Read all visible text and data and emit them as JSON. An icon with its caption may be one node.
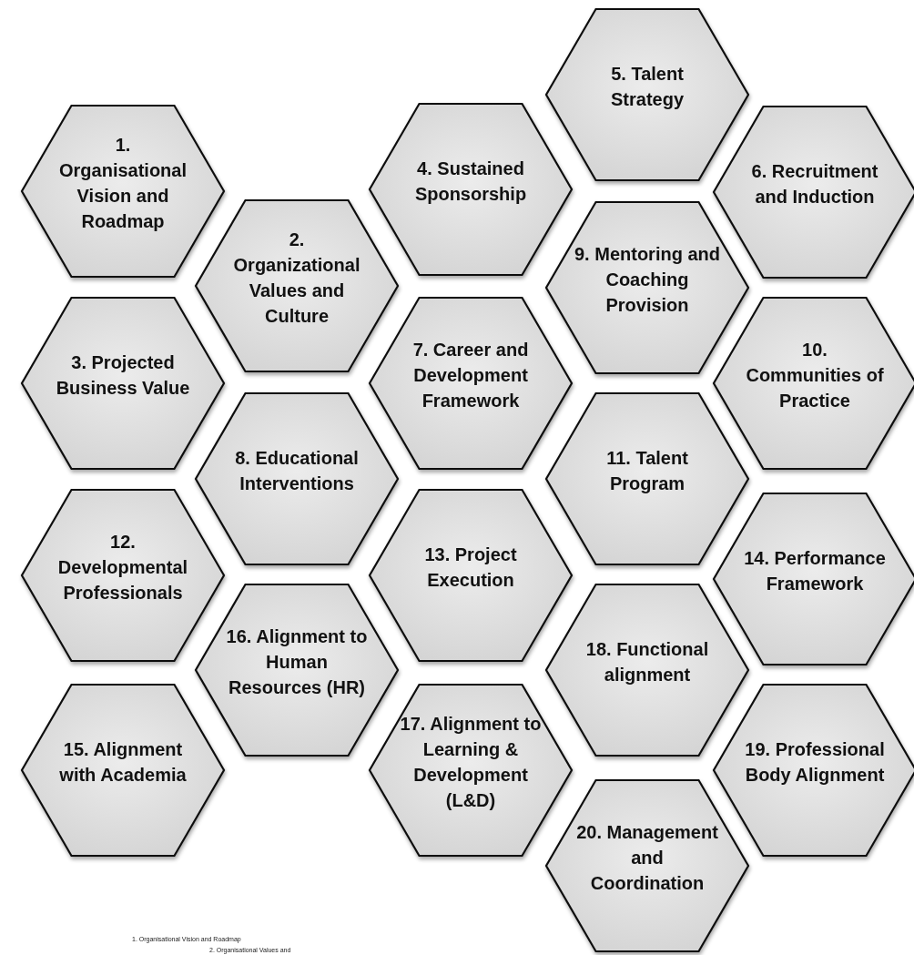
{
  "diagram": {
    "nodes": [
      {
        "text": [
          "1. Organisational Vision and Roadmap"
        ]
      },
      {
        "text": [
          "2. Organizational Values and Culture"
        ]
      },
      {
        "text": [
          "3. Projected Business Value"
        ]
      },
      {
        "text": [
          "4. Sustained Sponsorship"
        ]
      },
      {
        "text": [
          "5. Talent Strategy"
        ]
      },
      {
        "text": [
          "6. Recruitment and Induction"
        ]
      },
      {
        "text": [
          "7. Career and Development Framework"
        ]
      },
      {
        "text": [
          "8. Educational Interventions"
        ]
      },
      {
        "text": [
          "9. Mentoring and Coaching Provision"
        ]
      },
      {
        "text": [
          "10. Communities of Practice"
        ]
      },
      {
        "text": [
          "11. Talent Program"
        ]
      },
      {
        "text": [
          "12. Developmental Professionals"
        ]
      },
      {
        "text": [
          "13. Project Execution"
        ]
      },
      {
        "text": [
          "14. Performance Framework"
        ]
      },
      {
        "text": [
          "15. Alignment with Academia"
        ]
      },
      {
        "text": [
          "16. Alignment to Human Resources (HR)"
        ]
      },
      {
        "text": [
          "17. Alignment to Learning & Development (L&D)"
        ]
      },
      {
        "text": [
          "18. Functional alignment"
        ]
      },
      {
        "text": [
          "19. Professional Body Alignment"
        ]
      },
      {
        "text": [
          "20. Management and Coordination"
        ]
      }
    ],
    "labels": [
      "1. Organisational Vision and Roadmap",
      "2. Organisational Values and"
    ]
  }
}
